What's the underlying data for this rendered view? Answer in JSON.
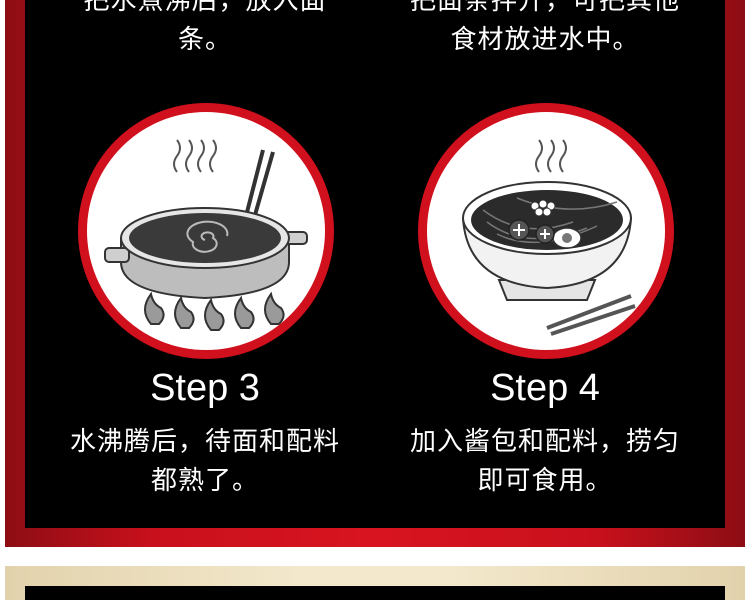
{
  "steps": [
    {
      "desc_line1": "把水煮沸后，放入面",
      "desc_line2": "条。"
    },
    {
      "desc_line1": "把面条拌开，可把其他",
      "desc_line2": "食材放进水中。"
    },
    {
      "title": "Step 3",
      "desc_line1": "水沸腾后，待面和配料",
      "desc_line2": "都熟了。",
      "illustration_icon": "boiling-pot-icon"
    },
    {
      "title": "Step 4",
      "desc_line1": "加入酱包和配料，捞匀",
      "desc_line2": "即可食用。",
      "illustration_icon": "noodle-bowl-icon"
    }
  ],
  "colors": {
    "frame_red": "#d0101c",
    "panel_black": "#000000",
    "text_white": "#ffffff",
    "cream": "#f3e8cc"
  }
}
